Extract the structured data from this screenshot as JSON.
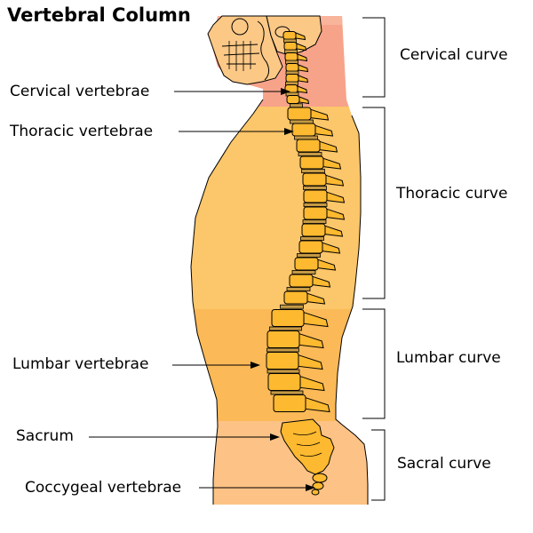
{
  "title": "Vertebral Column",
  "labels": {
    "cervical_vertebrae": "Cervical vertebrae",
    "thoracic_vertebrae": "Thoracic vertebrae",
    "lumbar_vertebrae": "Lumbar vertebrae",
    "sacrum": "Sacrum",
    "coccygeal_vertebrae": "Coccygeal vertebrae"
  },
  "curves": {
    "cervical": "Cervical curve",
    "thoracic": "Thoracic curve",
    "lumbar": "Lumbar curve",
    "sacral": "Sacral curve"
  },
  "colors": {
    "neck": "#f7a38a",
    "neck_top": "#f9b49c",
    "thoracic_region": "#fcc66a",
    "lumbar_region": "#fbb957",
    "sacral_region": "#fdc285",
    "vertebra": "#fdb92f",
    "disc": "#c59a45",
    "skull": "#fbc886"
  }
}
